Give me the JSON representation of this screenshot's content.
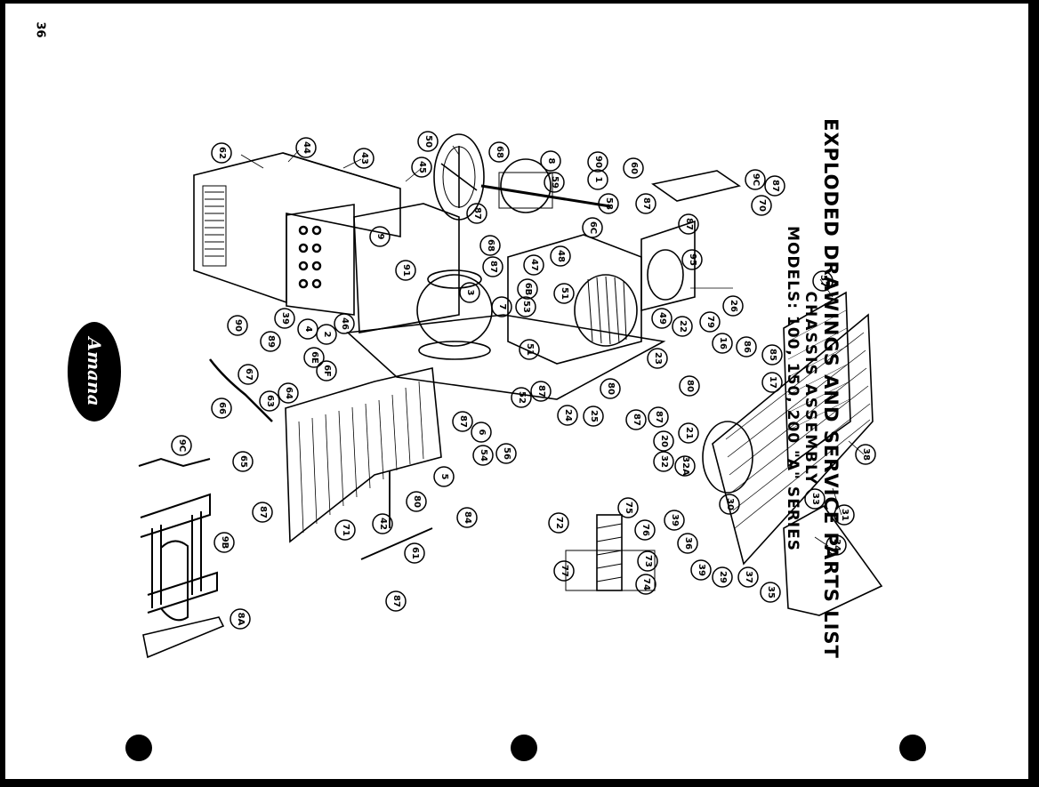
{
  "page_number": "36",
  "brand_logo": "Amana",
  "title": {
    "line1": "EXPLODED DRAWINGS AND SERVICE PARTS LIST",
    "line2": "CHASSIS ASSEMBLY",
    "line3": "MODELS: 100, 150, 200 \"A\" SERIES"
  },
  "part_callouts": [
    "62",
    "44",
    "43",
    "45",
    "50",
    "68",
    "8",
    "90",
    "60",
    "9C",
    "87",
    "59",
    "9",
    "1",
    "6C",
    "87",
    "58",
    "87",
    "70",
    "68",
    "87",
    "47",
    "48",
    "95",
    "91",
    "87",
    "3",
    "26",
    "90",
    "89",
    "39",
    "4",
    "2",
    "46",
    "7",
    "6B",
    "51",
    "53",
    "49",
    "22",
    "79",
    "16",
    "86",
    "85",
    "17",
    "6E",
    "6F",
    "67",
    "63",
    "64",
    "66",
    "52",
    "51",
    "87",
    "24",
    "25",
    "80",
    "87",
    "87",
    "23",
    "80",
    "20",
    "21",
    "32",
    "32A",
    "9C",
    "65",
    "6",
    "87",
    "54",
    "56",
    "5",
    "9B",
    "87",
    "80",
    "84",
    "71",
    "42",
    "61",
    "87",
    "72",
    "75",
    "76",
    "73",
    "77",
    "74",
    "39",
    "36",
    "39",
    "29",
    "30",
    "37",
    "35",
    "33",
    "31",
    "34",
    "38",
    "57",
    "8A"
  ],
  "part_numbers_list": [
    "1",
    "2",
    "3",
    "4",
    "5",
    "6",
    "6B",
    "6C",
    "6E",
    "6F",
    "7",
    "8",
    "8A",
    "9",
    "9B",
    "9C",
    "16",
    "17",
    "20",
    "21",
    "22",
    "23",
    "24",
    "25",
    "26",
    "29",
    "30",
    "31",
    "32",
    "32A",
    "33",
    "34",
    "35",
    "36",
    "37",
    "38",
    "39",
    "42",
    "43",
    "44",
    "45",
    "46",
    "47",
    "48",
    "49",
    "50",
    "51",
    "52",
    "53",
    "54",
    "56",
    "57",
    "58",
    "59",
    "60",
    "61",
    "62",
    "63",
    "64",
    "65",
    "66",
    "67",
    "68",
    "70",
    "71",
    "72",
    "73",
    "74",
    "75",
    "76",
    "77",
    "79",
    "80",
    "84",
    "85",
    "86",
    "87",
    "89",
    "90",
    "91",
    "95"
  ]
}
